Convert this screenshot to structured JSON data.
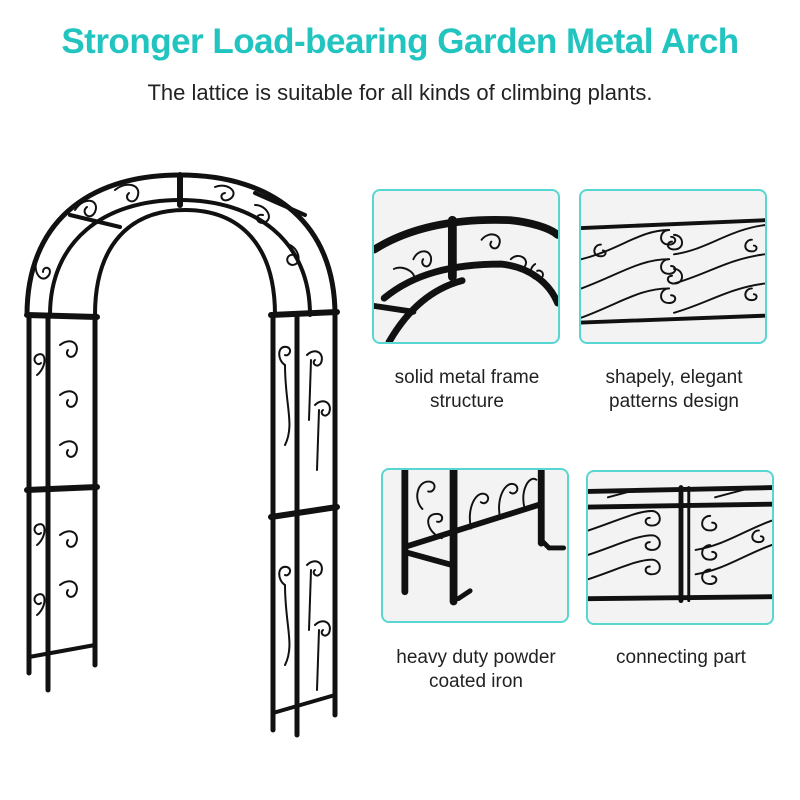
{
  "header": {
    "title": "Stronger Load-bearing Garden Metal Arch",
    "subtitle": "The lattice is suitable for all kinds of climbing plants."
  },
  "colors": {
    "accent": "#22c4c0",
    "panel_border": "#58d6d2",
    "metal": "#111111",
    "text": "#222222"
  },
  "product_image": {
    "label": "garden-metal-arch"
  },
  "features": [
    {
      "image": "arch-top-detail",
      "caption_line1": "solid metal frame",
      "caption_line2": "structure"
    },
    {
      "image": "scroll-pattern-detail",
      "caption_line1": "shapely, elegant",
      "caption_line2": "patterns design"
    },
    {
      "image": "arch-foot-detail",
      "caption_line1": "heavy duty powder",
      "caption_line2": "coated iron"
    },
    {
      "image": "connector-detail",
      "caption_line1": "connecting part",
      "caption_line2": ""
    }
  ]
}
